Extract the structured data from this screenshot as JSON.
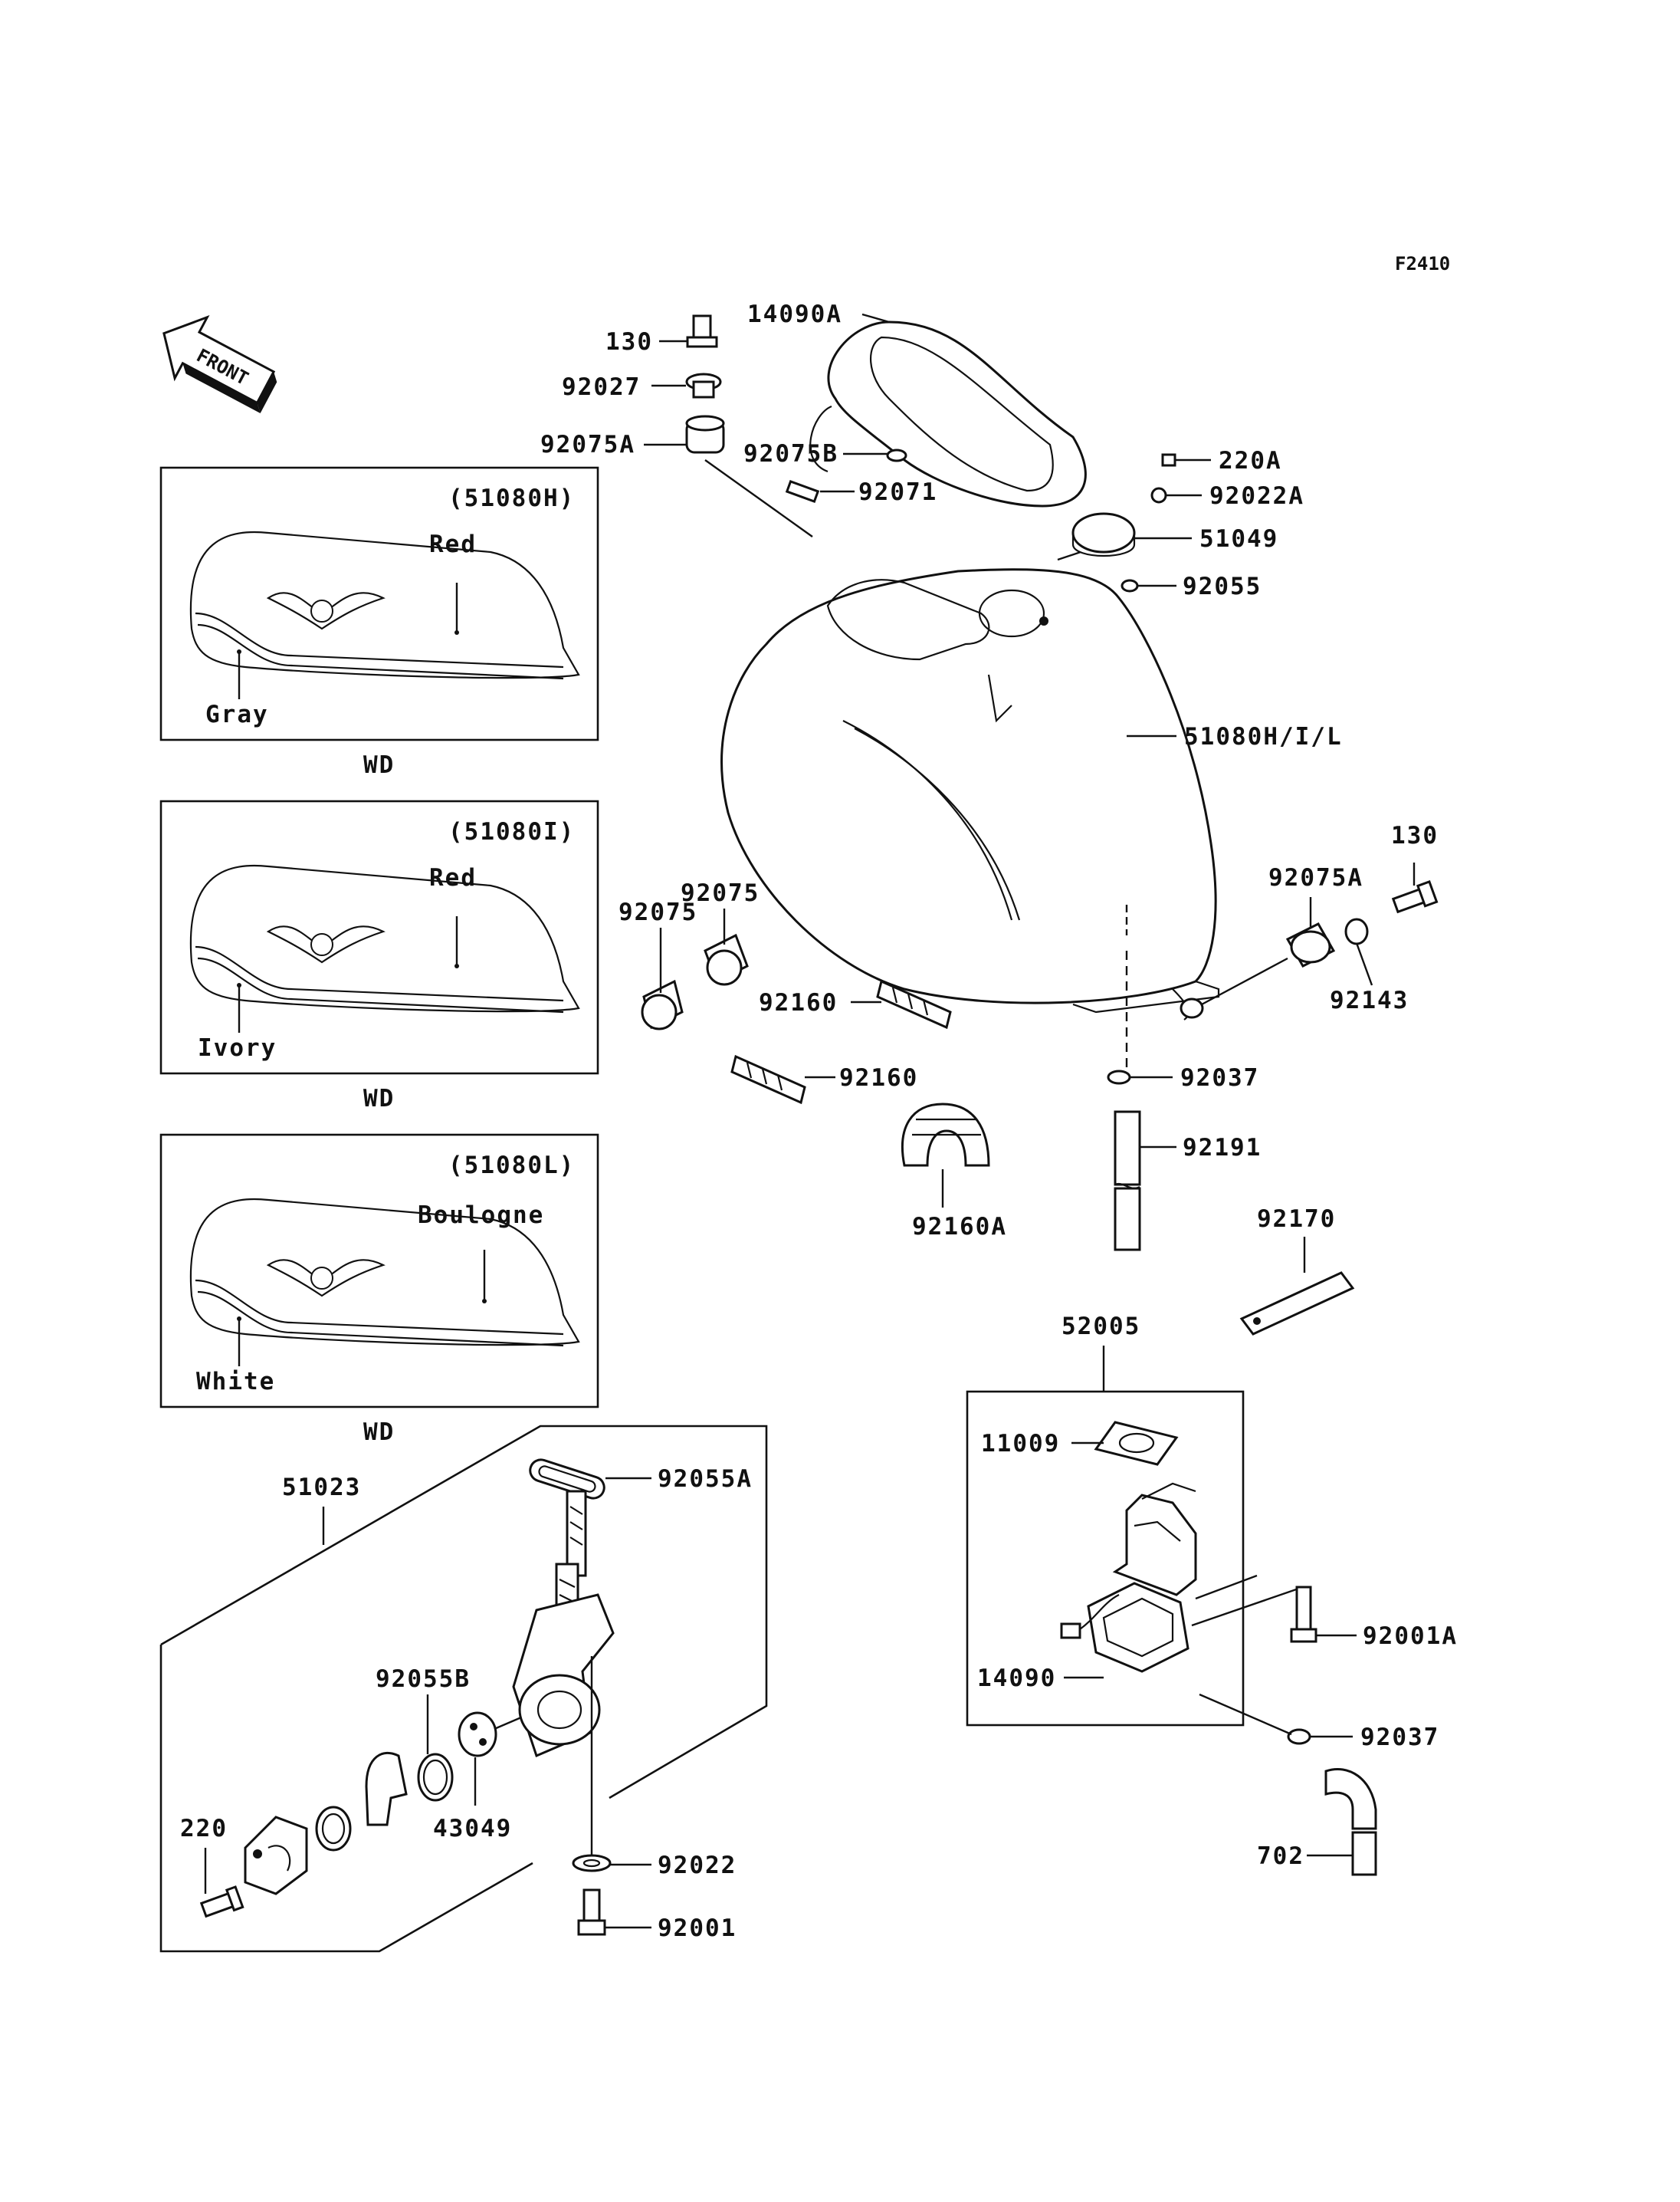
{
  "diagram_code": "F2410",
  "front_label": "FRONT",
  "variants": [
    {
      "code": "(51080H)",
      "top_color": "Red",
      "bottom_color": "Gray",
      "note": "WD"
    },
    {
      "code": "(51080I)",
      "top_color": "Red",
      "bottom_color": "Ivory",
      "note": "WD"
    },
    {
      "code": "(51080L)",
      "top_color": "Boulogne",
      "bottom_color": "White",
      "note": "WD"
    }
  ],
  "callouts": {
    "p130_top": "130",
    "p92027": "92027",
    "p92075A_top": "92075A",
    "p14090A": "14090A",
    "p92075B": "92075B",
    "p92071": "92071",
    "p220A": "220A",
    "p92022A": "92022A",
    "p51049": "51049",
    "p92055": "92055",
    "p51080HIL": "51080H/I/L",
    "p130_right": "130",
    "p92075A_right": "92075A",
    "p92143": "92143",
    "p92075_a": "92075",
    "p92075_b": "92075",
    "p92160_a": "92160",
    "p92160_b": "92160",
    "p92160A": "92160A",
    "p92037_top": "92037",
    "p92191": "92191",
    "p92170": "92170",
    "p52005": "52005",
    "p11009": "11009",
    "p92001A": "92001A",
    "p14090": "14090",
    "p92037_bottom": "92037",
    "p702": "702",
    "p51023": "51023",
    "p92055A": "92055A",
    "p92055B": "92055B",
    "p43049": "43049",
    "p220": "220",
    "p92022": "92022",
    "p92001": "92001"
  }
}
